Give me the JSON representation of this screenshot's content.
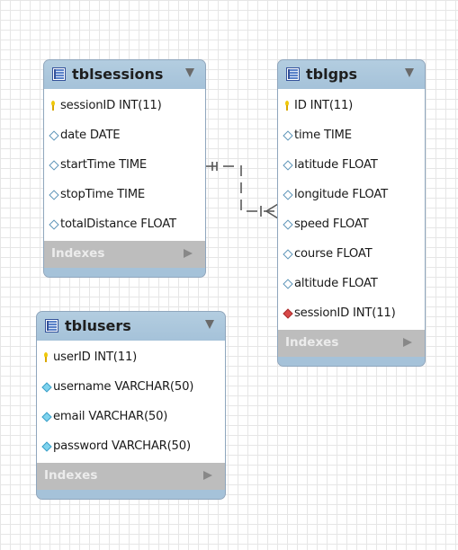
{
  "tables": {
    "tblsessions": {
      "name": "tblsessions",
      "columns": [
        {
          "label": "sessionID INT(11)",
          "key": "pk"
        },
        {
          "label": "date DATE",
          "key": "col"
        },
        {
          "label": "startTime TIME",
          "key": "col"
        },
        {
          "label": "stopTime TIME",
          "key": "col"
        },
        {
          "label": "totalDistance FLOAT",
          "key": "col"
        }
      ],
      "indexes_label": "Indexes"
    },
    "tblgps": {
      "name": "tblgps",
      "columns": [
        {
          "label": "ID INT(11)",
          "key": "pk"
        },
        {
          "label": "time TIME",
          "key": "col"
        },
        {
          "label": "latitude FLOAT",
          "key": "col"
        },
        {
          "label": "longitude FLOAT",
          "key": "col"
        },
        {
          "label": "speed FLOAT",
          "key": "col"
        },
        {
          "label": "course FLOAT",
          "key": "col"
        },
        {
          "label": "altitude FLOAT",
          "key": "col"
        },
        {
          "label": "sessionID INT(11)",
          "key": "fk"
        }
      ],
      "indexes_label": "Indexes"
    },
    "tblusers": {
      "name": "tblusers",
      "columns": [
        {
          "label": "userID INT(11)",
          "key": "pk"
        },
        {
          "label": "username VARCHAR(50)",
          "key": "col-filled"
        },
        {
          "label": "email VARCHAR(50)",
          "key": "col-filled"
        },
        {
          "label": "password VARCHAR(50)",
          "key": "col-filled"
        }
      ],
      "indexes_label": "Indexes"
    }
  },
  "relationship": {
    "from_table": "tblsessions",
    "to_table": "tblgps",
    "from_end": "one-and-only-one",
    "to_end": "one-or-many",
    "line_style": "dashed"
  },
  "icons": {
    "primary_key": "key-icon",
    "column": "diamond-icon",
    "foreign_key": "red-diamond-icon",
    "table": "table-icon"
  },
  "colors": {
    "header": "#a9c4da",
    "footer": "#bdbdbd",
    "foreign_key": "#d84848",
    "column_filled": "#7fd3ee",
    "primary_key": "#f0c90a"
  }
}
